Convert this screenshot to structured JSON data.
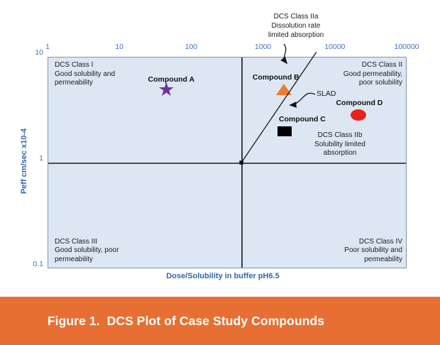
{
  "figure": {
    "caption": "Figure 1.  DCS Plot of Case Study Compounds",
    "accent_color": "#e86f33"
  },
  "chart_data": {
    "type": "scatter",
    "x_scale": "log",
    "y_scale": "log",
    "xlim": [
      1,
      100000
    ],
    "ylim": [
      0.1,
      10
    ],
    "grid": false,
    "plot_bg_color": "#dce7f3",
    "tick_color": "#4472c4",
    "axis_title_color": "#3465ae",
    "xlabel": "Dose/Solubility in buffer pH6.5",
    "ylabel": "Peff cm/sec x10-4",
    "x_ticks": [
      "1",
      "10",
      "100",
      "1000",
      "10000",
      "100000"
    ],
    "y_ticks": [
      "10",
      "1",
      "0.1"
    ],
    "boundaries": {
      "vertical_x": 500,
      "horizontal_y": 1
    },
    "series": [
      {
        "name": "Compound A",
        "marker": "star",
        "color": "#7030a0",
        "x": 44,
        "y": 4.8,
        "label_dx": 7,
        "label_dy": -16
      },
      {
        "name": "Compound B",
        "marker": "triangle",
        "color": "#ed7d31",
        "x": 1900,
        "y": 5.0,
        "label_dx": -11,
        "label_dy": -17
      },
      {
        "name": "Compound C",
        "marker": "square",
        "color": "#000000",
        "x": 1950,
        "y": 2.0,
        "label_dx": 25,
        "label_dy": -17
      },
      {
        "name": "Compound D",
        "marker": "ellipse",
        "color": "#e8231d",
        "x": 21000,
        "y": 2.85,
        "label_dx": 1,
        "label_dy": -17
      }
    ],
    "slad_line": {
      "label": "SLAD",
      "from": {
        "x": 500,
        "y": 1
      },
      "to": {
        "x": 5000,
        "y": 10
      }
    },
    "quadrant_labels": {
      "class_i": "DCS Class I\nGood solubility and\npermeability",
      "class_ii": "DCS Class II\nGood permeability,\npoor solubility",
      "class_iib": "DCS Class IIb\nSolubility limited\nabsorption",
      "class_iii": "DCS Class III\nGood solubility, poor\npermeability",
      "class_iv": "DCS Class IV\nPoor solubility and\npermeability"
    },
    "annotations": {
      "class_iia": "DCS Class IIa\nDissolution rate\nlimited absorption"
    },
    "legend": "none"
  }
}
